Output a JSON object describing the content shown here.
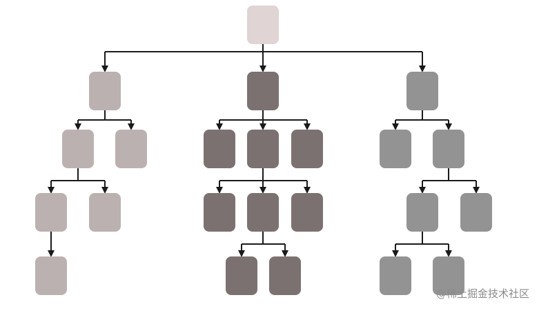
{
  "colors": {
    "root": "#e0d4d4",
    "left_branch": "#bcb1b1",
    "middle_branch": "#7c7171",
    "right_branch": "#939393",
    "connector": "#1a1a1a"
  },
  "tree": {
    "root": {
      "color_key": "root",
      "children": [
        {
          "color_key": "left_branch",
          "children": [
            {
              "color_key": "left_branch",
              "children": [
                {
                  "color_key": "left_branch",
                  "children": [
                    {
                      "color_key": "left_branch",
                      "children": []
                    }
                  ]
                },
                {
                  "color_key": "left_branch",
                  "children": []
                }
              ]
            },
            {
              "color_key": "left_branch",
              "children": []
            }
          ]
        },
        {
          "color_key": "middle_branch",
          "children": [
            {
              "color_key": "middle_branch",
              "children": []
            },
            {
              "color_key": "middle_branch",
              "children": [
                {
                  "color_key": "middle_branch",
                  "children": []
                },
                {
                  "color_key": "middle_branch",
                  "children": [
                    {
                      "color_key": "middle_branch",
                      "children": []
                    },
                    {
                      "color_key": "middle_branch",
                      "children": []
                    }
                  ]
                },
                {
                  "color_key": "middle_branch",
                  "children": []
                }
              ]
            },
            {
              "color_key": "middle_branch",
              "children": []
            }
          ]
        },
        {
          "color_key": "right_branch",
          "children": [
            {
              "color_key": "right_branch",
              "children": []
            },
            {
              "color_key": "right_branch",
              "children": [
                {
                  "color_key": "right_branch",
                  "children": [
                    {
                      "color_key": "right_branch",
                      "children": []
                    },
                    {
                      "color_key": "right_branch",
                      "children": []
                    }
                  ]
                },
                {
                  "color_key": "right_branch",
                  "children": []
                }
              ]
            }
          ]
        }
      ]
    }
  },
  "watermark": "@稀土掘金技术社区"
}
